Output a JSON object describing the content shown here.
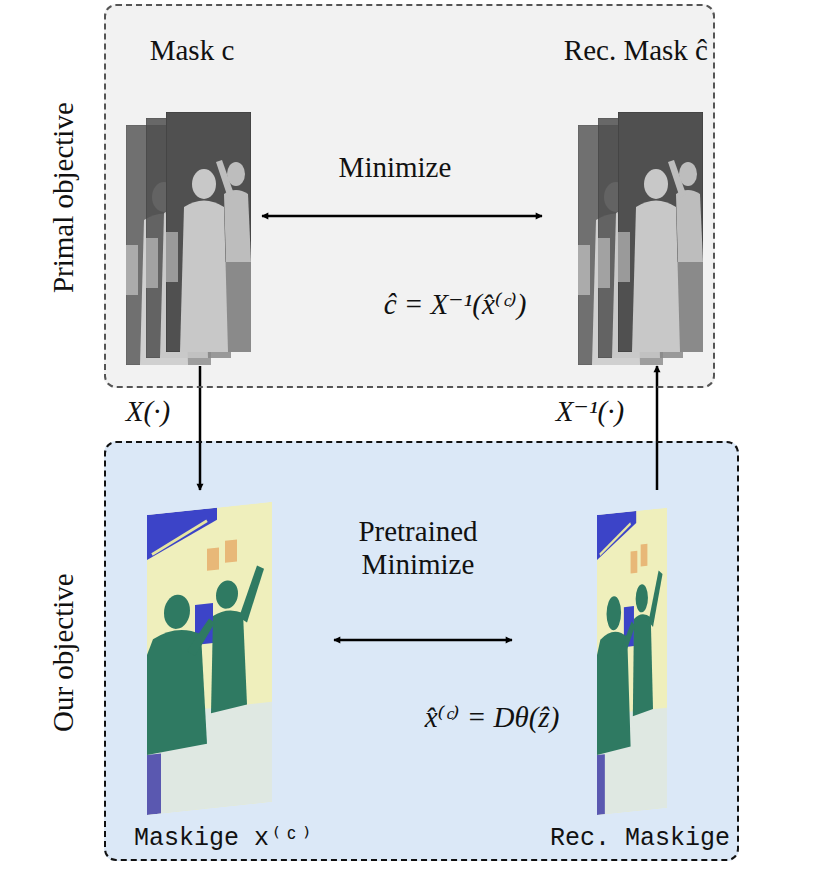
{
  "diagram": {
    "nodes": [
      {
        "text": [
          "Primal objective"
        ]
      },
      {
        "text": [
          "Mask c"
        ],
        "in": 0
      },
      {
        "text": [
          "Rec. Mask ĉ"
        ],
        "in": 0
      },
      {
        "text": [
          "Our objective"
        ]
      },
      {
        "text": [
          "Maskige x⁽ᶜ⁾"
        ],
        "in": 3
      },
      {
        "text": [
          "Rec. Maskige"
        ],
        "in": 3
      }
    ],
    "edges": [
      {
        "from": 1,
        "to": 2,
        "label": "Minimize",
        "arrow": "both"
      },
      {
        "from": 4,
        "to": 5,
        "label": "Pretrained Minimize",
        "arrow": "both"
      },
      {
        "from": 1,
        "to": 4,
        "label": "X(·)",
        "arrow": "to"
      },
      {
        "from": 5,
        "to": 2,
        "label": "X⁻¹(·)",
        "arrow": "to"
      }
    ],
    "labels": [
      "ĉ = X⁻¹(x̂⁽ᶜ⁾)",
      "x̂⁽ᶜ⁾ = Dθ(ẑ)"
    ]
  }
}
